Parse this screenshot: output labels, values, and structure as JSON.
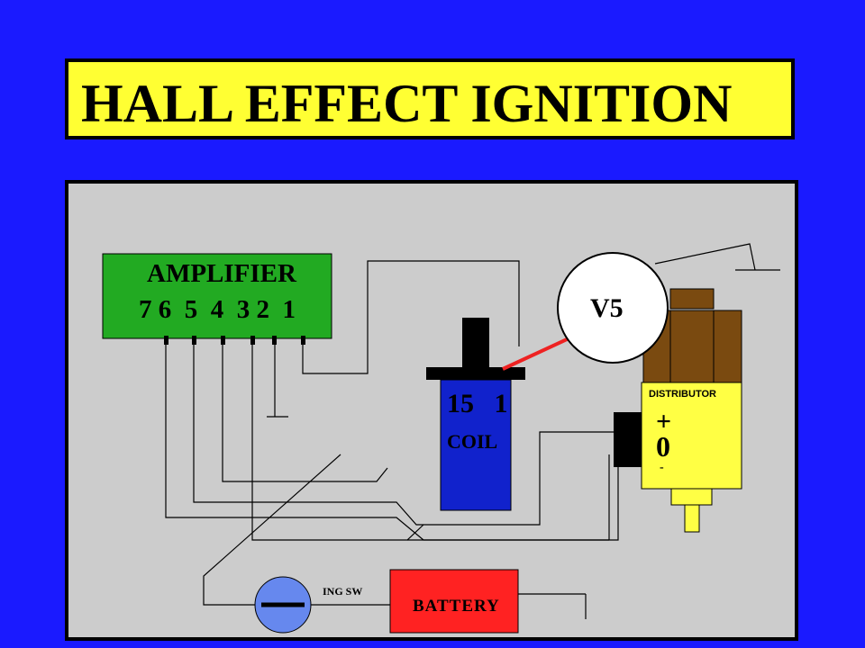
{
  "title": "HALL EFFECT IGNITION",
  "amplifier": {
    "label": "AMPLIFIER",
    "pins": "7 6  5  4  3 2  1"
  },
  "coil": {
    "terminals": "15   1",
    "label": "COIL"
  },
  "meter": {
    "label": "V5"
  },
  "distributor": {
    "label": "DISTRIBUTOR",
    "plus": "+",
    "zero": "0",
    "minus": "-"
  },
  "ignition_switch": {
    "label": "ING SW"
  },
  "battery": {
    "label": "BATTERY"
  },
  "colors": {
    "background": "#1a1aff",
    "title_box": "#ffff33",
    "panel": "#cccccc",
    "amplifier": "#22aa22",
    "coil": "#1122cc",
    "distributor_body": "#ffff44",
    "distributor_cap": "#7a4a10",
    "battery": "#ff2222",
    "meter_lead": "#ee2222",
    "switch": "#6688ee"
  }
}
